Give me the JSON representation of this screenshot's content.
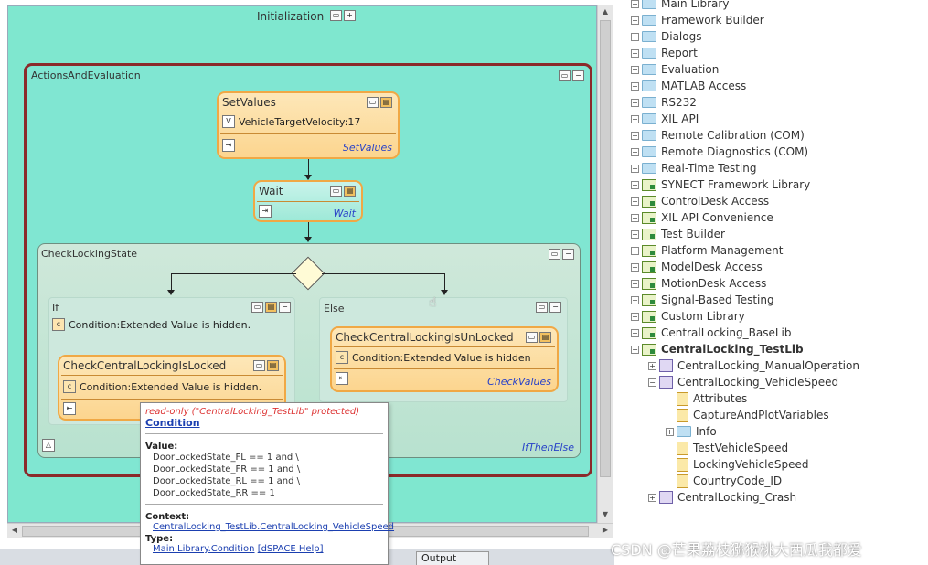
{
  "diagram": {
    "init_label": "Initialization",
    "actions_label": "ActionsAndEvaluation",
    "setvalues": {
      "title": "SetValues",
      "row": "VehicleTargetVelocity:17",
      "link": "SetValues"
    },
    "wait": {
      "title": "Wait",
      "link": "Wait"
    },
    "checklock": {
      "title": "CheckLockingState",
      "link": "IfThenElse"
    },
    "if_branch": {
      "label": "If",
      "condition": "Condition:Extended Value is hidden."
    },
    "else_branch": {
      "label": "Else"
    },
    "check_locked": {
      "title": "CheckCentralLockingIsLocked",
      "condition": "Condition:Extended Value is hidden."
    },
    "check_unlocked": {
      "title": "CheckCentralLockingIsUnLocked",
      "condition": "Condition:Extended Value is hidden",
      "link": "CheckValues"
    }
  },
  "tooltip": {
    "readonly": "read-only (\"CentralLocking_TestLib\" protected)",
    "heading": "Condition",
    "value_label": "Value:",
    "value_lines": [
      "DoorLockedState_FL == 1 and \\",
      "DoorLockedState_FR == 1 and \\",
      "DoorLockedState_RL == 1 and \\",
      "DoorLockedState_RR == 1"
    ],
    "context_label": "Context:",
    "context_value": "CentralLocking_TestLib.CentralLocking_VehicleSpeed",
    "type_label": "Type:",
    "type_value": "Main Library.Condition",
    "type_help": "[dSPACE Help]"
  },
  "bottom": {
    "output_tab": "Output"
  },
  "tree": {
    "items": [
      {
        "label": "Main Library",
        "icon": "folder-icon",
        "bold": false
      },
      {
        "label": "Framework Builder",
        "icon": "folder-icon",
        "bold": false
      },
      {
        "label": "Dialogs",
        "icon": "folder-icon",
        "bold": false
      },
      {
        "label": "Report",
        "icon": "folder-icon",
        "bold": false
      },
      {
        "label": "Evaluation",
        "icon": "folder-icon",
        "bold": false
      },
      {
        "label": "MATLAB Access",
        "icon": "folder-icon",
        "bold": false
      },
      {
        "label": "RS232",
        "icon": "folder-icon",
        "bold": false
      },
      {
        "label": "XIL API",
        "icon": "folder-icon",
        "bold": false
      },
      {
        "label": "Remote Calibration (COM)",
        "icon": "folder-icon",
        "bold": false
      },
      {
        "label": "Remote Diagnostics (COM)",
        "icon": "folder-icon",
        "bold": false
      },
      {
        "label": "Real-Time Testing",
        "icon": "folder-icon",
        "bold": false
      },
      {
        "label": "SYNECT Framework Library",
        "icon": "library-icon",
        "bold": false
      },
      {
        "label": "ControlDesk Access",
        "icon": "library-icon",
        "bold": false
      },
      {
        "label": "XIL API Convenience",
        "icon": "library-icon",
        "bold": false
      },
      {
        "label": "Test Builder",
        "icon": "library-icon",
        "bold": false
      },
      {
        "label": "Platform Management",
        "icon": "library-icon",
        "bold": false
      },
      {
        "label": "ModelDesk Access",
        "icon": "library-icon",
        "bold": false
      },
      {
        "label": "MotionDesk Access",
        "icon": "library-icon",
        "bold": false
      },
      {
        "label": "Signal-Based Testing",
        "icon": "library-icon",
        "bold": false
      },
      {
        "label": "Custom Library",
        "icon": "library-icon",
        "bold": false
      },
      {
        "label": "CentralLocking_BaseLib",
        "icon": "library-icon",
        "bold": false
      },
      {
        "label": "CentralLocking_TestLib",
        "icon": "library-icon",
        "bold": true
      },
      {
        "label": "CentralLocking_ManualOperation",
        "icon": "package-icon",
        "bold": false
      },
      {
        "label": "CentralLocking_VehicleSpeed",
        "icon": "package-icon",
        "bold": false
      },
      {
        "label": "Attributes",
        "icon": "document-icon",
        "bold": false
      },
      {
        "label": "CaptureAndPlotVariables",
        "icon": "document-icon",
        "bold": false
      },
      {
        "label": "Info",
        "icon": "folder-icon",
        "bold": false
      },
      {
        "label": "TestVehicleSpeed",
        "icon": "document-icon",
        "bold": false
      },
      {
        "label": "LockingVehicleSpeed",
        "icon": "document-icon",
        "bold": false
      },
      {
        "label": "CountryCode_ID",
        "icon": "document-icon",
        "bold": false
      },
      {
        "label": "CentralLocking_Crash",
        "icon": "package-icon",
        "bold": false
      }
    ]
  },
  "watermark": "CSDN @芒果荔枝猕猴桃大西瓜我都爱",
  "colors": {
    "canvas": "#7fe7cf",
    "block": "#fcd58f",
    "block_border": "#f0a845",
    "container_border": "#8b2a2a",
    "link": "#2a43c8",
    "readonly": "#dd3333"
  }
}
